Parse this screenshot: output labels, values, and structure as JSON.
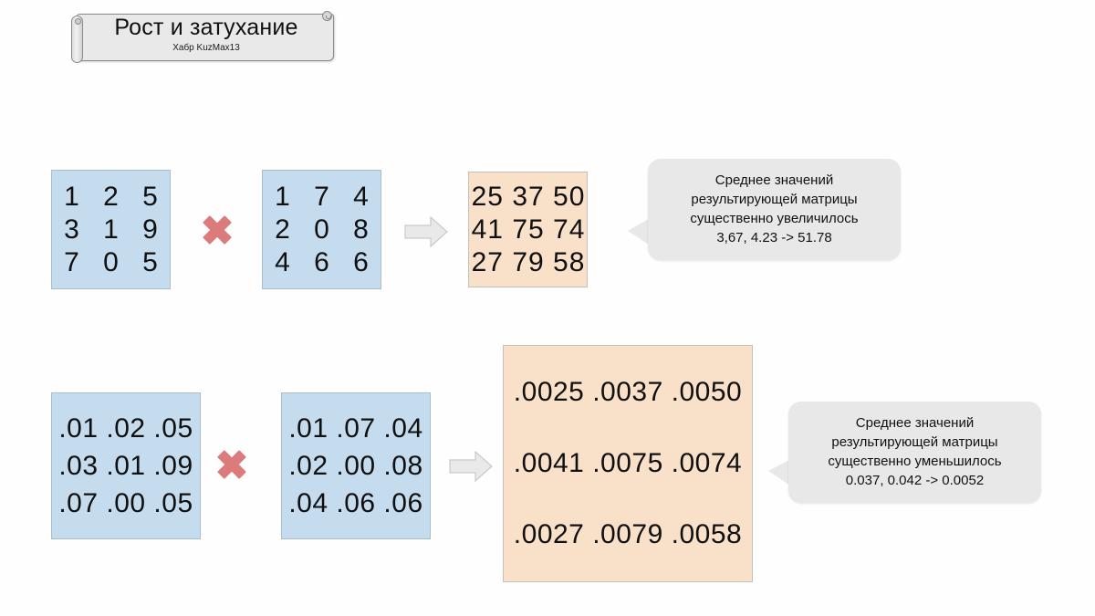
{
  "banner": {
    "title": "Рост и затухание",
    "subtitle": "Хабр KuzMax13"
  },
  "colors": {
    "matrix_input_bg": "#c5dcef",
    "matrix_result_bg": "#f9e0c8",
    "cross_icon": "#db7b7b",
    "arrow_icon": "#e8e8e8",
    "callout_bg": "#e8e8e8",
    "page_bg": "#fefefe"
  },
  "icons": {
    "multiply": "multiply-cross-icon",
    "arrow": "right-arrow-icon"
  },
  "top_row": {
    "matrix_a": {
      "rows": [
        "1 2 5",
        "3 1 9",
        "7 0 5"
      ]
    },
    "matrix_b": {
      "rows": [
        "1 7 4",
        "2 0 8",
        "4 6 6"
      ]
    },
    "matrix_result": {
      "rows": [
        "25 37 50",
        "41 75 74",
        "27 79 58"
      ]
    },
    "callout": {
      "lines": [
        "Среднее значений",
        "результирующей матрицы",
        "существенно увеличилось",
        "3,67, 4.23 -> 51.78"
      ]
    }
  },
  "bottom_row": {
    "matrix_a": {
      "rows": [
        ".01 .02 .05",
        ".03 .01 .09",
        ".07 .00 .05"
      ]
    },
    "matrix_b": {
      "rows": [
        ".01 .07 .04",
        ".02 .00 .08",
        ".04 .06 .06"
      ]
    },
    "matrix_result": {
      "rows": [
        ".0025 .0037 .0050",
        ".0041 .0075 .0074",
        ".0027 .0079 .0058"
      ]
    },
    "callout": {
      "lines": [
        "Среднее значений",
        "результирующей матрицы",
        "существенно уменьшилось",
        "0.037, 0.042 -> 0.0052"
      ]
    }
  }
}
